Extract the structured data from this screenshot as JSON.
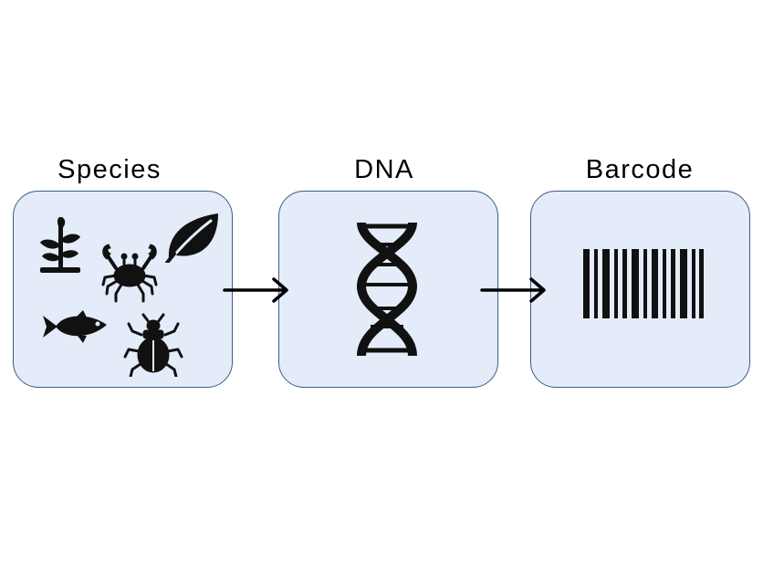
{
  "diagram": {
    "colors": {
      "panel_fill": "#e3ecf8",
      "panel_border": "#3e5b8a",
      "icon": "#111111",
      "arrow": "#000000"
    },
    "stages": [
      {
        "label": "Species",
        "icons": [
          "seedling-icon",
          "crab-icon",
          "leaf-icon",
          "fish-icon",
          "beetle-icon"
        ]
      },
      {
        "label": "DNA",
        "icons": [
          "dna-helix-icon"
        ]
      },
      {
        "label": "Barcode",
        "icons": [
          "barcode-icon"
        ]
      }
    ],
    "connections": [
      {
        "from": "Species",
        "to": "DNA"
      },
      {
        "from": "DNA",
        "to": "Barcode"
      }
    ]
  }
}
